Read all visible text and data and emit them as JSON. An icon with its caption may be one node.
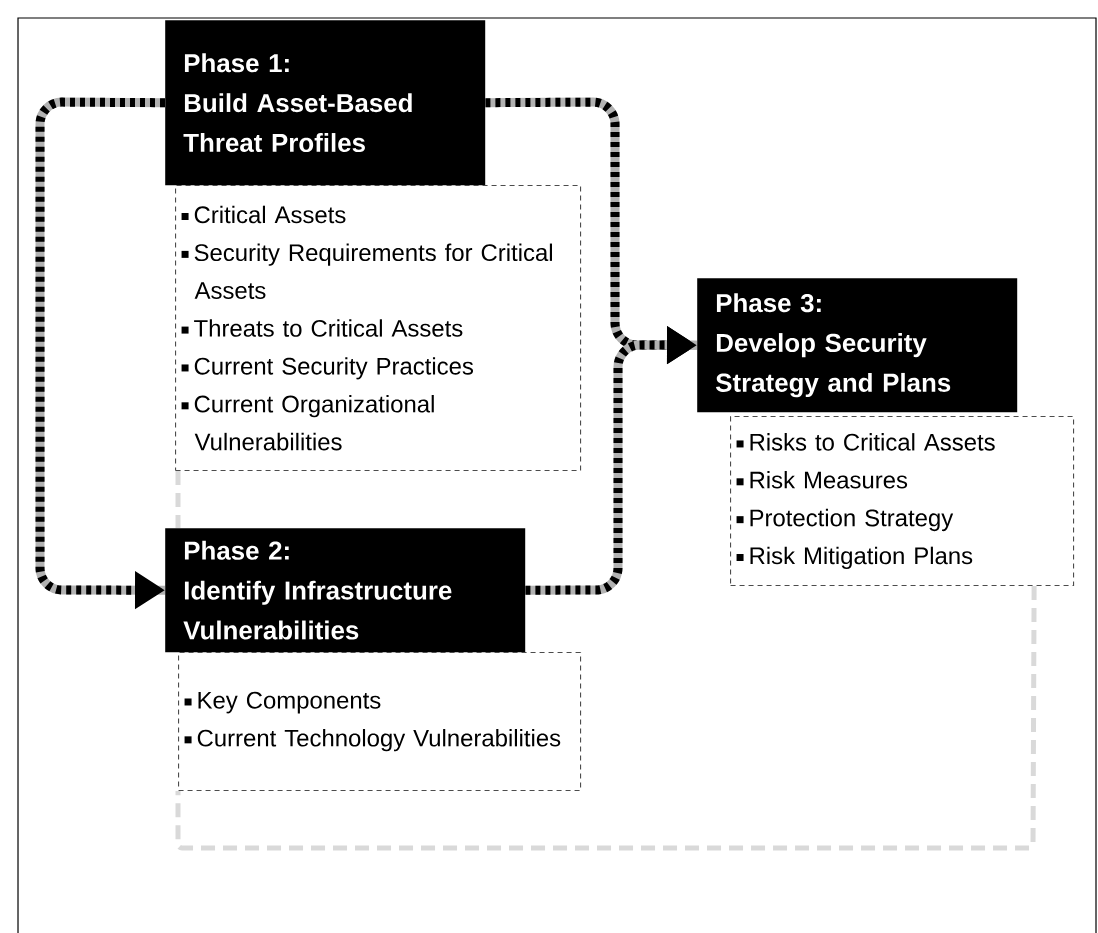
{
  "diagram": {
    "nodes": [
      {
        "text": [
          "Phase 1:",
          "Build Asset-Based Threat Profiles"
        ]
      },
      {
        "text": [
          "Critical Assets",
          "Security Requirements for Critical Assets",
          "Threats to Critical Assets",
          "Current Security Practices",
          "Current Organizational Vulnerabilities"
        ]
      },
      {
        "text": [
          "Phase 2:",
          "Identify Infrastructure Vulnerabilities"
        ]
      },
      {
        "text": [
          "Key Components",
          "Current Technology Vulnerabilities"
        ]
      },
      {
        "text": [
          "Phase 3:",
          "Develop Security Strategy and Plans"
        ]
      },
      {
        "text": [
          "Risks to Critical Assets",
          "Risk Measures",
          "Protection Strategy",
          "Risk Mitigation Plans"
        ]
      }
    ],
    "edges": [
      {
        "from": 0,
        "to": 2,
        "arrow": "to"
      },
      {
        "from": 0,
        "to": 4,
        "arrow": "to"
      },
      {
        "from": 2,
        "to": 4,
        "arrow": "to"
      },
      {
        "from": 1,
        "to": 2,
        "arrow": "none",
        "style": "dashed",
        "color": "#d9d9d9"
      },
      {
        "from": 5,
        "to": 3,
        "arrow": "none",
        "style": "dashed",
        "color": "#d9d9d9"
      }
    ]
  }
}
